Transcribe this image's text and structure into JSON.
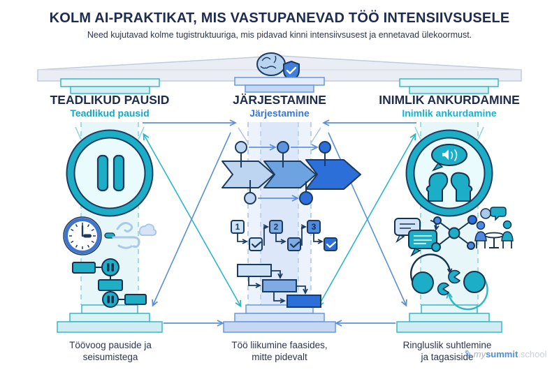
{
  "header": {
    "title": "KOLM AI-PRAKTIKAT, MIS VASTUPANEVAD TÖÖ INTENSIIVSUSELE",
    "subtitle": "Need kujutavad kolme tugistruktuuriga, mis pidavad kinni intensiivsusest ja ennetavad ülekoormust."
  },
  "pillars": [
    {
      "heading": "TEADLIKUD PAUSID",
      "subheading": "Teadlikud pausid",
      "caption": [
        "Töövoog pauside ja",
        "seisumistega"
      ],
      "icons": [
        "pause-circle-icon",
        "clock-icon",
        "wind-breeze-icon",
        "workflow-with-pause-nodes-icon"
      ]
    },
    {
      "heading": "JÄRJESTAMINE",
      "subheading": "Järjestamine",
      "caption": [
        "Töö liikumine faasides,",
        "mitte pidevalt"
      ],
      "icons": [
        "phase-chevron-timeline-icon",
        "numbered-checklist-icon",
        "gantt-cascade-icon"
      ]
    },
    {
      "heading": "INIMLIK ANKURDAMINE",
      "subheading": "Inimlik ankurdamine",
      "caption": [
        "Ringluslik suhtlemine",
        "ja tagasiside"
      ],
      "icons": [
        "dialogue-faces-circle-icon",
        "chat-bubbles-icon",
        "network-nodes-icon",
        "meeting-table-icon",
        "feedback-cycle-icon"
      ]
    }
  ],
  "center_icon": "brain-shield-icon",
  "steps": [
    "1",
    "2",
    "3"
  ],
  "watermark": {
    "pre": "my",
    "brand": "summit",
    "suffix": ".school"
  },
  "colors": {
    "navy_text": "#1e2c4e",
    "teal": "#14a7c6",
    "blue": "#3b76d4",
    "cyan": "#18b2d2",
    "arrow_blue": "#5b8fd9",
    "arrow_teal": "#2cb6c6",
    "icon_outline": "#1c3a5e"
  }
}
